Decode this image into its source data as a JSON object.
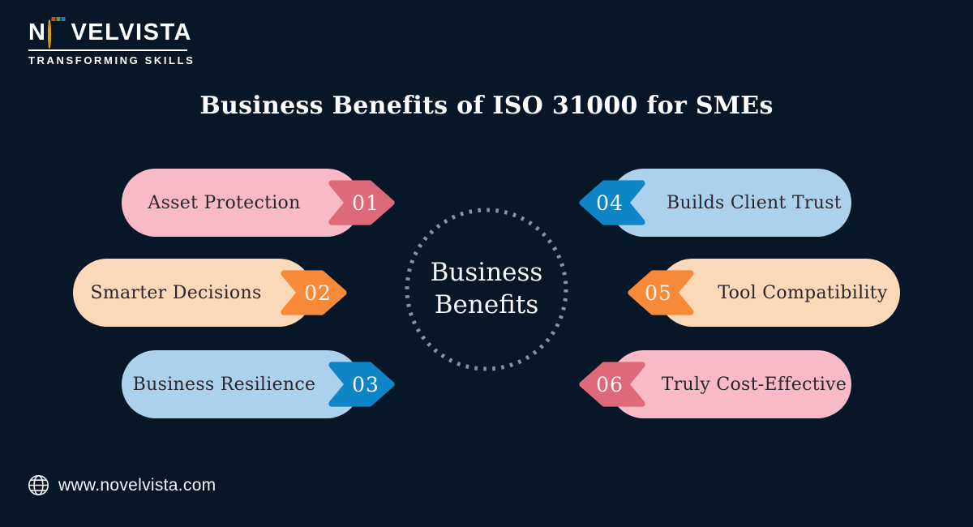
{
  "colors": {
    "background": "#081728",
    "title_text": "#fdfdfd",
    "pill_text": "#2b2630",
    "number_text": "#fdf6f6",
    "dots": "#8b9399",
    "pink_pill": "#f9bac8",
    "pink_arrow": "#de6978",
    "peach_pill": "#fbd8b8",
    "orange_arrow": "#f68a38",
    "blue_pill": "#abd1ec",
    "blue_arrow": "#0e85c6",
    "footer_text": "#f3f5f7",
    "logo_yellow": "#f6c21b"
  },
  "logo": {
    "part1": "N",
    "part2": "VELVISTA",
    "tagline": "TRANSFORMING SKILLS"
  },
  "title": "Business Benefits of ISO 31000 for SMEs",
  "center": {
    "line1": "Business",
    "line2": "Benefits"
  },
  "benefits": [
    {
      "number": "01",
      "label": "Asset Protection"
    },
    {
      "number": "02",
      "label": "Smarter Decisions"
    },
    {
      "number": "03",
      "label": "Business Resilience"
    },
    {
      "number": "04",
      "label": "Builds Client Trust"
    },
    {
      "number": "05",
      "label": "Tool Compatibility"
    },
    {
      "number": "06",
      "label": "Truly Cost-Effective"
    }
  ],
  "footer": {
    "website": "www.novelvista.com"
  }
}
